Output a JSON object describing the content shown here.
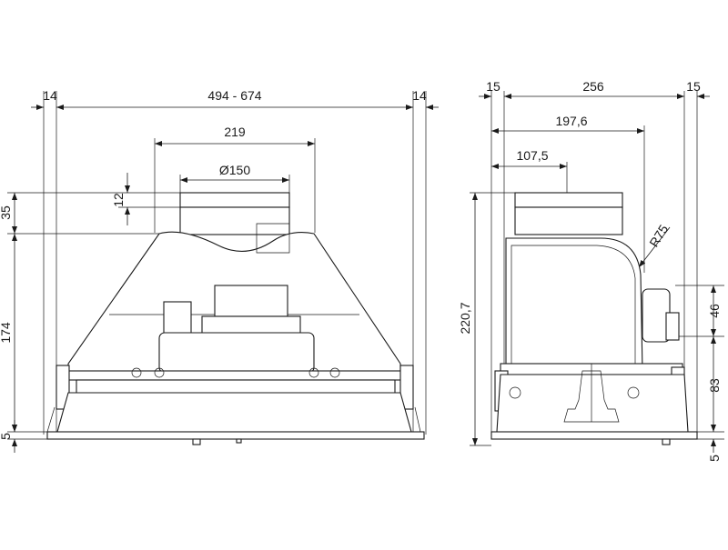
{
  "front_view": {
    "dims": {
      "left_margin": "14",
      "width_range": "494 - 674",
      "right_margin": "14",
      "inner_width": "219",
      "duct_diameter": "Ø150",
      "duct_height": "12",
      "collar_height": "35",
      "body_height": "174",
      "base_thickness": "5"
    }
  },
  "side_view": {
    "dims": {
      "left_margin": "15",
      "depth": "256",
      "right_margin": "15",
      "depth_to_curve": "197,6",
      "duct_offset": "107,5",
      "total_height": "220,7",
      "radius": "R75",
      "motor_height": "46",
      "lower_height": "83",
      "base_thickness": "5"
    }
  }
}
